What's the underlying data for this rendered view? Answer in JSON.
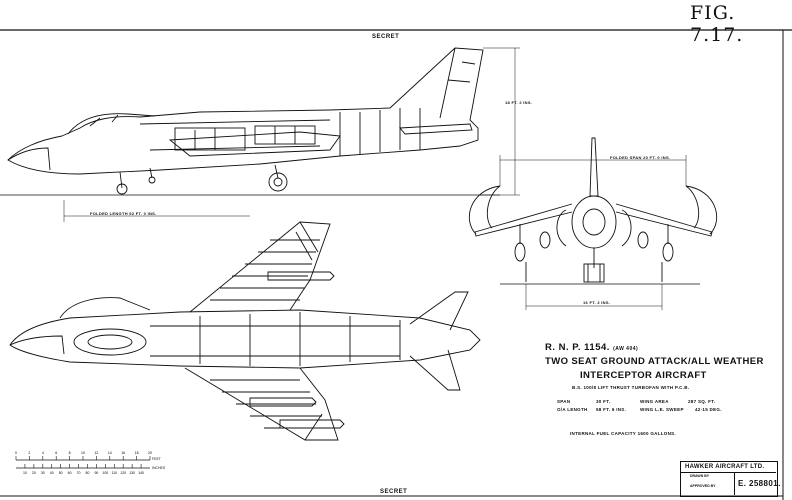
{
  "figure_label": "FIG. 7.17.",
  "classification_top": "SECRET",
  "classification_bottom": "SECRET",
  "dimensions": {
    "folded_length": "FOLDED LENGTH 52 FT. 0 INS.",
    "height": "18 FT. 2 INS.",
    "folded_span": "FOLDED SPAN 20 FT. 0 INS.",
    "track": "16 FT. 2 INS."
  },
  "title": {
    "designation": "R. N. P. 1154.",
    "designation_note": "(AW 404)",
    "line2": "TWO SEAT GROUND ATTACK/ALL WEATHER",
    "line3": "INTERCEPTOR AIRCRAFT"
  },
  "engine": "B.S. 100/8 LIFT THRUST TURBOFAN WITH P.C.B.",
  "specs": [
    {
      "label": "SPAN",
      "value": "30 FT."
    },
    {
      "label": "O/A LENGTH",
      "value": "58 FT. 6 INS."
    },
    {
      "label": "WING AREA",
      "value": "287 SQ. FT."
    },
    {
      "label": "WING L.E. SWEEP",
      "value": "42·15 DEG."
    }
  ],
  "fuel": "INTERNAL FUEL CAPACITY 1600 GALLONS.",
  "scale_bar": {
    "feet_label": "FEET",
    "inches_label": "INCHES",
    "feet_ticks": [
      "0",
      "2",
      "4",
      "6",
      "8",
      "10",
      "12",
      "14",
      "16",
      "18",
      "20"
    ],
    "inch_ticks": [
      "10",
      "20",
      "30",
      "40",
      "50",
      "60",
      "70",
      "80",
      "90",
      "100",
      "110",
      "120",
      "130",
      "140"
    ]
  },
  "title_block": {
    "company": "HAWKER AIRCRAFT LTD.",
    "drawn_by": "DRAWN BY",
    "approved_by": "APPROVED BY",
    "drawing_number": "E. 258801."
  }
}
